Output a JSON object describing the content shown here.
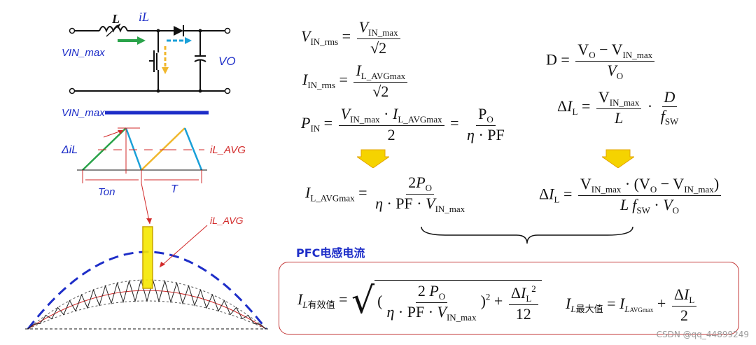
{
  "circuit": {
    "label_L": "L",
    "label_iL": "iL",
    "label_vin": "VIN_max",
    "label_vo": "VO",
    "label_vin_line": "VIN_max",
    "label_delta_iL": "ΔiL",
    "label_iL_avg": "iL_AVG",
    "label_ton": "Ton",
    "label_T": "T",
    "label_iL_avg_arc": "iL_AVG"
  },
  "formulas": {
    "vin_rms": "VIN_rms = VIN_max / √2",
    "iin_rms": "IIN_rms = IL_AVGmax / √2",
    "pin": "PIN = VIN_max · IL_AVGmax / 2 = PO / (η · PF)",
    "il_avgmax": "IL_AVGmax = 2PO / (η · PF · VIN_max)",
    "duty": "D = (VO − VIN_max) / VO",
    "delta_il": "ΔIL = (VIN_max / L) · (D / fSW)",
    "delta_il_final": "ΔIL = VIN_max · (VO − VIN_max) / (L fSW · VO)"
  },
  "pfc": {
    "title": "PFC电感电流",
    "rms_label": "有效值",
    "max_label": "最大值",
    "formula_rms": "IL有效值 = √((2PO / (η · PF · VIN_max))² + ΔIL²/12)",
    "formula_max": "IL最大值 = IL_AVGmax + ΔIL/2"
  },
  "watermark": "CSDN @qq_44899249",
  "colors": {
    "blue": "#1e2ec8",
    "red": "#d22a2a",
    "green": "#2aa34a",
    "orange": "#f0b72c",
    "cyan": "#1aa0d8",
    "yellow": "#f5e800"
  }
}
